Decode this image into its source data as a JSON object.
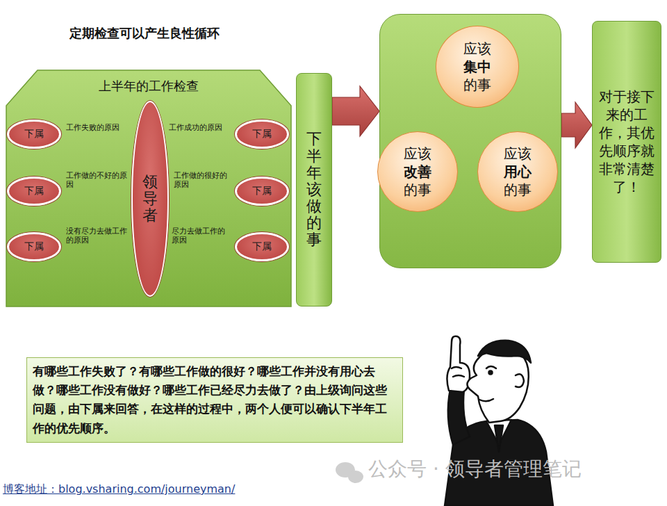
{
  "diagram": {
    "title": "定期检查可以产生良性循环",
    "nodes": [
      {
        "text": [
          "上半年的工作检查"
        ]
      },
      {
        "text": [
          "领导者"
        ],
        "in": 0
      },
      {
        "text": [
          "下属"
        ],
        "in": 0
      },
      {
        "text": [
          "下属"
        ],
        "in": 0
      },
      {
        "text": [
          "下属"
        ],
        "in": 0
      },
      {
        "text": [
          "下属"
        ],
        "in": 0
      },
      {
        "text": [
          "下属"
        ],
        "in": 0
      },
      {
        "text": [
          "下属"
        ],
        "in": 0
      },
      {
        "text": [
          "下半年该做的事"
        ]
      },
      {
        "text": []
      },
      {
        "text": [
          "应该",
          "集中",
          "的事"
        ],
        "in": 9
      },
      {
        "text": [
          "应该",
          "改善",
          "的事"
        ],
        "in": 9
      },
      {
        "text": [
          "应该",
          "用心",
          "的事"
        ],
        "in": 9
      },
      {
        "text": [
          "对于接下来的工作，其优先顺序就非常清楚了！"
        ]
      },
      {
        "text": [
          "有哪些工作失败了？有哪些工作做的很好？哪些工作并没有用心去做？哪些工作没有做好？哪些工作已经尽力去做了？由上级询问这些问题，由下属来回答，在这样的过程中，两个人便可以确认下半年工作的优先顺序。"
        ]
      }
    ],
    "edges": [
      {
        "from": 1,
        "to": 2,
        "label": "工作失败的原因",
        "arrow": "to"
      },
      {
        "from": 1,
        "to": 5,
        "label": "工作成功的原因",
        "arrow": "to"
      },
      {
        "from": 1,
        "to": 3,
        "label": "工作做的不好的原因",
        "arrow": "to"
      },
      {
        "from": 1,
        "to": 6,
        "label": "工作做的很好的原因",
        "arrow": "to"
      },
      {
        "from": 1,
        "to": 4,
        "label": "没有尽力去做工作的原因",
        "arrow": "to"
      },
      {
        "from": 1,
        "to": 7,
        "label": "尽力去做工作的原因",
        "arrow": "to"
      },
      {
        "from": 8,
        "to": 9,
        "arrow": "to"
      },
      {
        "from": 9,
        "to": 13,
        "arrow": "to"
      }
    ],
    "labels": [
      "公众号 · 领导者管理笔记",
      "博客地址：blog.vsharing.com/journeyman/"
    ]
  }
}
